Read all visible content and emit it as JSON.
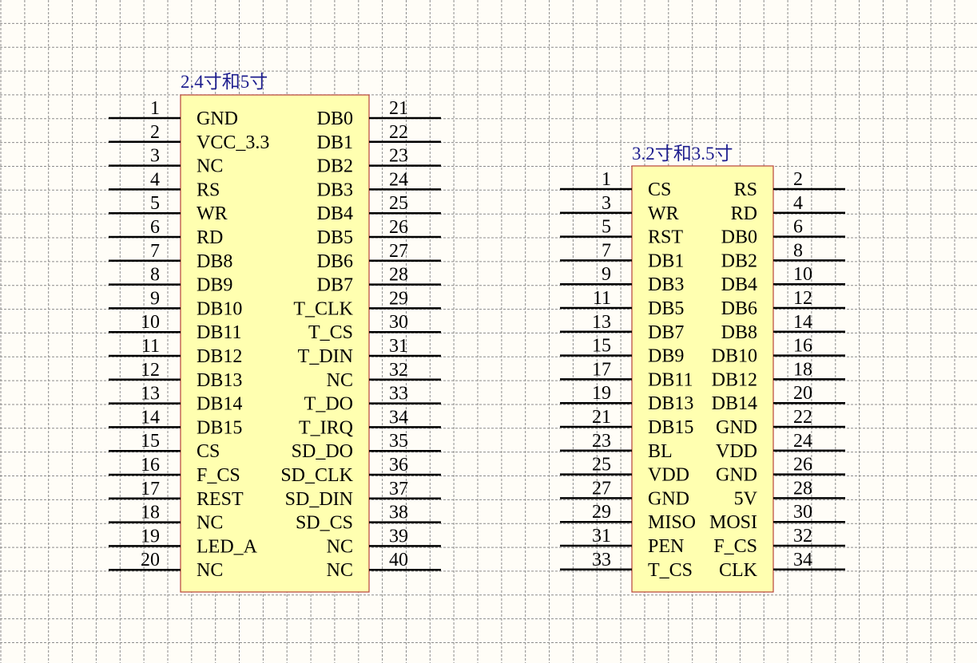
{
  "colors": {
    "background": "#fffdf7",
    "grid": "#8c8c8c",
    "body_fill": "#ffffb0",
    "body_stroke": "#b8433a",
    "pin": "#000000",
    "title": "#1d1d8e",
    "label": "#000000"
  },
  "components": [
    {
      "id": "conn40",
      "title": "2.4寸和5寸",
      "left": [
        {
          "num": "1",
          "name": "GND"
        },
        {
          "num": "2",
          "name": "VCC_3.3"
        },
        {
          "num": "3",
          "name": "NC"
        },
        {
          "num": "4",
          "name": "RS"
        },
        {
          "num": "5",
          "name": "WR"
        },
        {
          "num": "6",
          "name": "RD"
        },
        {
          "num": "7",
          "name": "DB8"
        },
        {
          "num": "8",
          "name": "DB9"
        },
        {
          "num": "9",
          "name": "DB10"
        },
        {
          "num": "10",
          "name": "DB11"
        },
        {
          "num": "11",
          "name": "DB12"
        },
        {
          "num": "12",
          "name": "DB13"
        },
        {
          "num": "13",
          "name": "DB14"
        },
        {
          "num": "14",
          "name": "DB15"
        },
        {
          "num": "15",
          "name": "CS"
        },
        {
          "num": "16",
          "name": "F_CS"
        },
        {
          "num": "17",
          "name": "REST"
        },
        {
          "num": "18",
          "name": "NC"
        },
        {
          "num": "19",
          "name": "LED_A"
        },
        {
          "num": "20",
          "name": "NC"
        }
      ],
      "right": [
        {
          "num": "21",
          "name": "DB0"
        },
        {
          "num": "22",
          "name": "DB1"
        },
        {
          "num": "23",
          "name": "DB2"
        },
        {
          "num": "24",
          "name": "DB3"
        },
        {
          "num": "25",
          "name": "DB4"
        },
        {
          "num": "26",
          "name": "DB5"
        },
        {
          "num": "27",
          "name": "DB6"
        },
        {
          "num": "28",
          "name": "DB7"
        },
        {
          "num": "29",
          "name": "T_CLK"
        },
        {
          "num": "30",
          "name": "T_CS"
        },
        {
          "num": "31",
          "name": "T_DIN"
        },
        {
          "num": "32",
          "name": "NC"
        },
        {
          "num": "33",
          "name": "T_DO"
        },
        {
          "num": "34",
          "name": "T_IRQ"
        },
        {
          "num": "35",
          "name": "SD_DO"
        },
        {
          "num": "36",
          "name": "SD_CLK"
        },
        {
          "num": "37",
          "name": "SD_DIN"
        },
        {
          "num": "38",
          "name": "SD_CS"
        },
        {
          "num": "39",
          "name": "NC"
        },
        {
          "num": "40",
          "name": "NC"
        }
      ]
    },
    {
      "id": "conn34",
      "title": "3.2寸和3.5寸",
      "left": [
        {
          "num": "1",
          "name": "CS"
        },
        {
          "num": "3",
          "name": "WR"
        },
        {
          "num": "5",
          "name": "RST"
        },
        {
          "num": "7",
          "name": "DB1"
        },
        {
          "num": "9",
          "name": "DB3"
        },
        {
          "num": "11",
          "name": "DB5"
        },
        {
          "num": "13",
          "name": "DB7"
        },
        {
          "num": "15",
          "name": "DB9"
        },
        {
          "num": "17",
          "name": "DB11"
        },
        {
          "num": "19",
          "name": "DB13"
        },
        {
          "num": "21",
          "name": "DB15"
        },
        {
          "num": "23",
          "name": "BL"
        },
        {
          "num": "25",
          "name": "VDD"
        },
        {
          "num": "27",
          "name": "GND"
        },
        {
          "num": "29",
          "name": "MISO"
        },
        {
          "num": "31",
          "name": "PEN"
        },
        {
          "num": "33",
          "name": "T_CS"
        }
      ],
      "right": [
        {
          "num": "2",
          "name": "RS"
        },
        {
          "num": "4",
          "name": "RD"
        },
        {
          "num": "6",
          "name": "DB0"
        },
        {
          "num": "8",
          "name": "DB2"
        },
        {
          "num": "10",
          "name": "DB4"
        },
        {
          "num": "12",
          "name": "DB6"
        },
        {
          "num": "14",
          "name": "DB8"
        },
        {
          "num": "16",
          "name": "DB10"
        },
        {
          "num": "18",
          "name": "DB12"
        },
        {
          "num": "20",
          "name": "DB14"
        },
        {
          "num": "22",
          "name": "GND"
        },
        {
          "num": "24",
          "name": "VDD"
        },
        {
          "num": "26",
          "name": "GND"
        },
        {
          "num": "28",
          "name": "5V"
        },
        {
          "num": "30",
          "name": "MOSI"
        },
        {
          "num": "32",
          "name": "F_CS"
        },
        {
          "num": "34",
          "name": "CLK"
        }
      ]
    }
  ]
}
